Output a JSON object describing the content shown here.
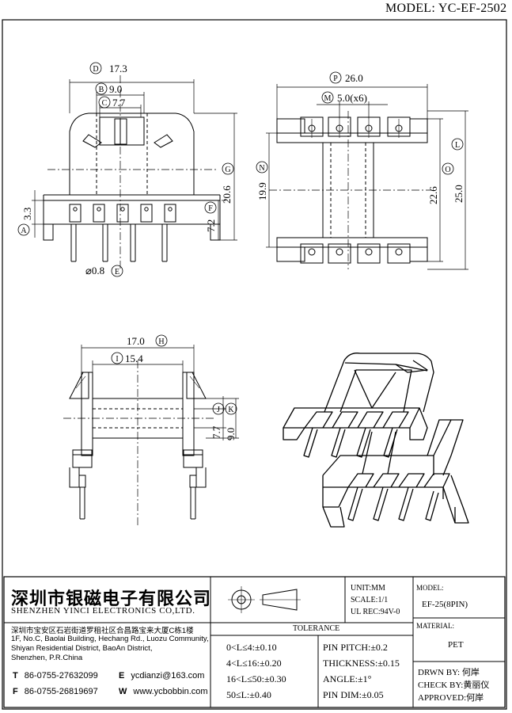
{
  "header": {
    "model_label": "MODEL: YC-EF-2502"
  },
  "side_view": {
    "D": {
      "letter": "D",
      "value": "17.3"
    },
    "B": {
      "letter": "B",
      "value": "9.0"
    },
    "C": {
      "letter": "C",
      "value": "7.7"
    },
    "G": {
      "letter": "G",
      "value": "20.6"
    },
    "F": {
      "letter": "F",
      "value": "7.2"
    },
    "A": {
      "letter": "A",
      "value": "3.3"
    },
    "E": {
      "letter": "E",
      "value": "⌀0.8"
    }
  },
  "top_view": {
    "P": {
      "letter": "P",
      "value": "26.0"
    },
    "M": {
      "letter": "M",
      "value": "5.0(x6)"
    },
    "N": {
      "letter": "N",
      "value": "19.9"
    },
    "O": {
      "letter": "O",
      "value": "22.6"
    },
    "L": {
      "letter": "L",
      "value": "25.0"
    }
  },
  "front_view": {
    "H": {
      "letter": "H",
      "value": "17.0"
    },
    "I": {
      "letter": "I",
      "value": "15.4"
    },
    "J": {
      "letter": "J",
      "value": "7.7"
    },
    "K": {
      "letter": "K",
      "value": "9.0"
    }
  },
  "title_block": {
    "company_cn": "深圳市银磁电子有限公司",
    "company_en": "SHENZHEN YINCI ELECTRONICS CO,LTD.",
    "address_cn": "深圳市宝安区石岩街道罗租社区合昌路宝来大厦C栋1楼",
    "address_en_1": "1F, No.C, Baolai Building, Hechang Rd., Luozu Community,",
    "address_en_2": "Shiyan Residential District, BaoAn District,",
    "address_en_3": "Shenzhen, P.R.China",
    "tel_key": "T",
    "tel": "86-0755-27632099",
    "fax_key": "F",
    "fax": "86-0755-26819697",
    "email_key": "E",
    "email": "ycdianzi@163.com",
    "web_key": "W",
    "web": "www.ycbobbin.com",
    "unit": "UNIT:MM",
    "scale": "SCALE:1/1",
    "ul_rec": "UL REC:94V-0",
    "model_label": "MODEL:",
    "model_value": "EF-25(8PIN)",
    "material_label": "MATERIAL:",
    "material_value": "PET",
    "tolerance_title": "TOLERANCE",
    "tolerances": [
      "0<L≤4:±0.10",
      "4<L≤16:±0.20",
      "16<L≤50:±0.30",
      "50≤L:±0.40"
    ],
    "pin_specs": [
      "PIN PITCH:±0.2",
      "THICKNESS:±0.15",
      "ANGLE:±1°",
      "PIN DIM:±0.05"
    ],
    "drawn_by": "DRWN BY: 何岸",
    "check_by": "CHECK BY:黄丽仪",
    "approved": "APPROVED:何岸"
  }
}
